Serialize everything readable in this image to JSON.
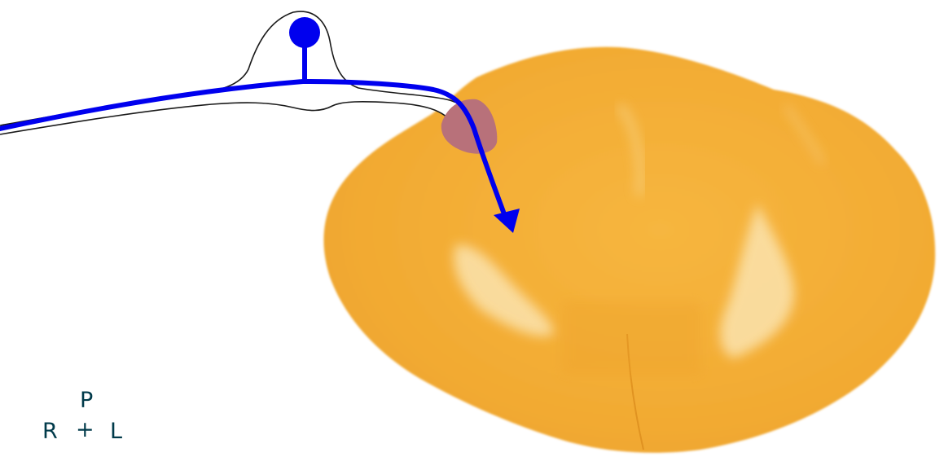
{
  "orientation": {
    "top": "P",
    "left": "R",
    "center": "+",
    "right": "L"
  },
  "colors": {
    "tissue": "#f4ae35",
    "tissue_dark": "#e89e22",
    "white_matter_light": "#fbe3ae",
    "neuron_path": "#0000ee",
    "entry_zone": "#b8717a",
    "ganglion_outline": "#1a1a1a",
    "label_text": "#003a4a"
  },
  "icons": {
    "cell_body": "filled-circle",
    "arrowhead": "triangle-arrow"
  }
}
